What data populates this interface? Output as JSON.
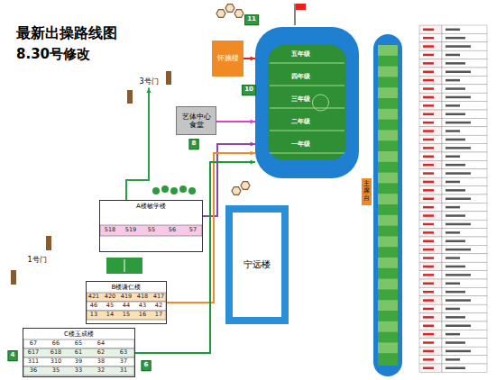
{
  "diagram": {
    "title": "最新出操路线图",
    "nodes": [
      {
        "text": [
          "怀施楼"
        ]
      },
      {
        "text": [
          "3号门"
        ]
      },
      {
        "text": [
          "艺体中心",
          "食堂"
        ]
      },
      {
        "text": [
          "五年级",
          "四年级",
          "三年级",
          "二年级",
          "一年级"
        ]
      },
      {
        "text": [
          "主席台"
        ]
      },
      {
        "text": [
          "宁远楼"
        ]
      },
      {
        "text": [
          "A楼敏学楼"
        ]
      },
      {
        "text": [
          "B楼谦仁楼"
        ]
      },
      {
        "text": [
          "C楼玉成楼"
        ]
      },
      {
        "text": [
          "1号门"
        ]
      }
    ],
    "edges": [
      {
        "from": 0,
        "to": 3,
        "arrow": "to"
      },
      {
        "from": 2,
        "to": 3,
        "arrow": "to"
      },
      {
        "from": 6,
        "to": 3,
        "arrow": "to"
      },
      {
        "from": 7,
        "to": 3,
        "arrow": "to"
      },
      {
        "from": 8,
        "to": 3,
        "arrow": "to"
      },
      {
        "from": 6,
        "to": 1,
        "arrow": "to"
      }
    ],
    "labels": [
      "8.30号修改",
      "518",
      "519",
      "55",
      "56",
      "57",
      "421",
      "420",
      "419",
      "418",
      "417",
      "46",
      "45",
      "44",
      "43",
      "42",
      "13",
      "14",
      "15",
      "16",
      "17",
      "67",
      "66",
      "65",
      "64",
      "617",
      "618",
      "61",
      "62",
      "63",
      "311",
      "310",
      "39",
      "38",
      "37",
      "36",
      "35",
      "33",
      "32",
      "31",
      "11",
      "10",
      "8",
      "4",
      "6"
    ]
  }
}
